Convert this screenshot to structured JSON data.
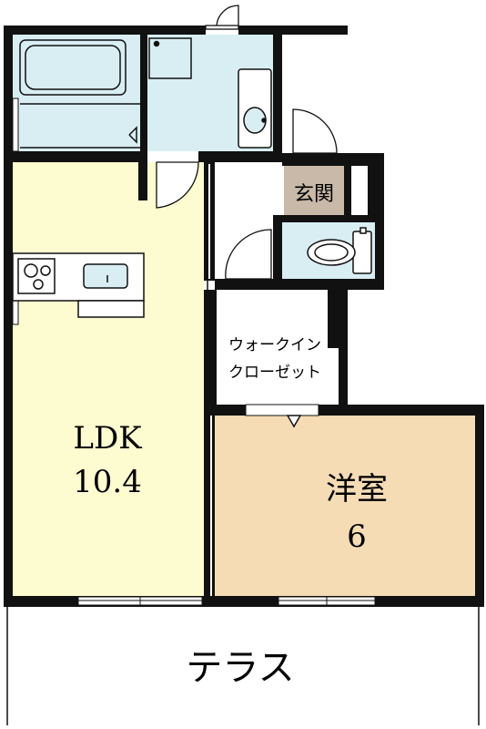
{
  "rooms": {
    "ldk": {
      "name": "LDK",
      "size": "10.4",
      "fill": "#fdfbd0"
    },
    "western": {
      "name": "洋室",
      "size": "6",
      "fill": "#f5dcb5"
    },
    "entrance": {
      "name": "玄関",
      "fill": "#c9b9a8"
    },
    "walk_in_closet": {
      "line1": "ウォークイン",
      "line2": "クローゼット"
    },
    "terrace": {
      "name": "テラス"
    }
  },
  "colors": {
    "wall": "#111111",
    "wet_area": "#d9eef3",
    "floor_white": "#ffffff"
  }
}
